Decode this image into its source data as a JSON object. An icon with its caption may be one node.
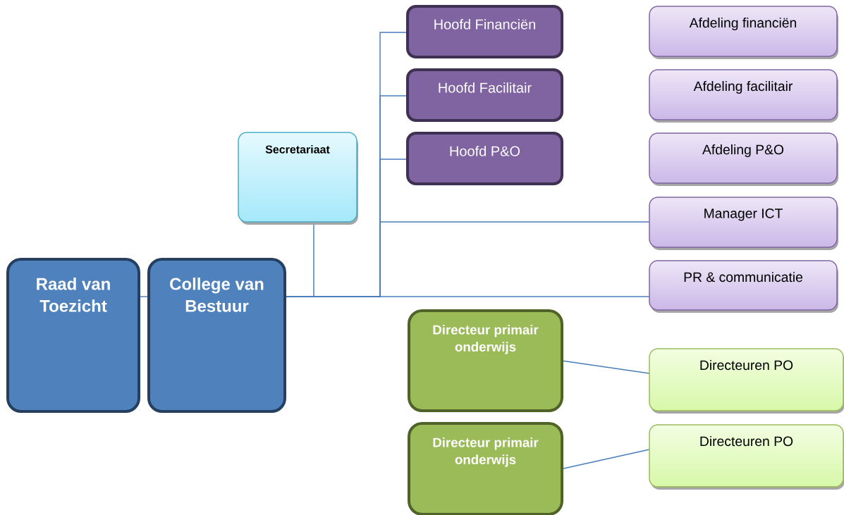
{
  "diagram": {
    "nodes": [
      {
        "text": [
          "Raad van Toezicht"
        ]
      },
      {
        "text": [
          "College van Bestuur"
        ]
      },
      {
        "text": [
          "Secretariaat"
        ]
      },
      {
        "text": [
          "Hoofd Financiën"
        ]
      },
      {
        "text": [
          "Hoofd Facilitair"
        ]
      },
      {
        "text": [
          "Hoofd P&O"
        ]
      },
      {
        "text": [
          "Afdeling financiën"
        ]
      },
      {
        "text": [
          "Afdeling facilitair"
        ]
      },
      {
        "text": [
          "Afdeling P&O"
        ]
      },
      {
        "text": [
          "Manager ICT"
        ]
      },
      {
        "text": [
          "PR & communicatie"
        ]
      },
      {
        "text": [
          "Directeur primair onderwijs"
        ]
      },
      {
        "text": [
          "Directeuren PO"
        ]
      },
      {
        "text": [
          "Directeur primair onderwijs"
        ]
      },
      {
        "text": [
          "Directeuren PO"
        ]
      }
    ],
    "edges": [
      {
        "from": 0,
        "to": 1,
        "arrow": "none"
      },
      {
        "from": 1,
        "to": 2,
        "arrow": "none"
      },
      {
        "from": 1,
        "to": 3,
        "arrow": "none"
      },
      {
        "from": 1,
        "to": 4,
        "arrow": "none"
      },
      {
        "from": 1,
        "to": 5,
        "arrow": "none"
      },
      {
        "from": 1,
        "to": 9,
        "arrow": "none"
      },
      {
        "from": 1,
        "to": 10,
        "arrow": "none"
      },
      {
        "from": 11,
        "to": 12,
        "arrow": "none"
      },
      {
        "from": 13,
        "to": 14,
        "arrow": "none"
      }
    ]
  }
}
